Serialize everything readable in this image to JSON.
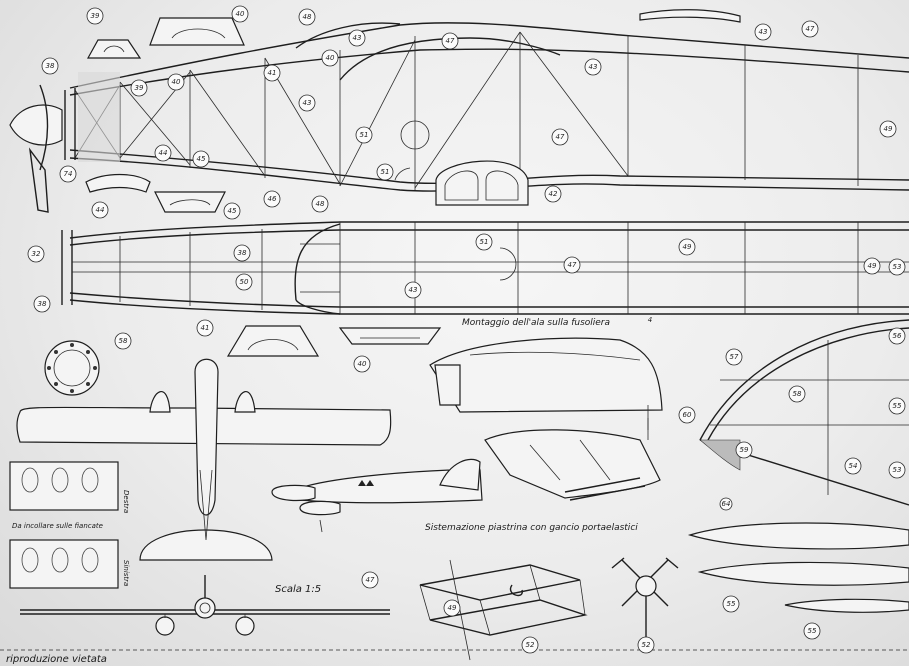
{
  "captions": {
    "wing_mounting": "Montaggio dell'ala sulla fusoliera",
    "plate_hook": "Sistemazione piastrina con gancio portaelastici",
    "scale": "Scala 1:5",
    "apply_sides": "Da incollare sulle fiancate",
    "right": "Destra",
    "left": "Sinistra",
    "reproduction": "riproduzione vietata"
  },
  "part_numbers": {
    "p59": "39",
    "p40a": "40",
    "p48a": "48",
    "p43a": "43",
    "p47a": "47",
    "p40b": "40",
    "p43b": "43",
    "p47b": "47",
    "p38a": "38",
    "p39b": "39",
    "p40c": "40",
    "p41a": "41",
    "p43c": "43",
    "p43d": "43",
    "p49a": "49",
    "p51a": "51",
    "p51b": "51",
    "p47c": "47",
    "p44a": "44",
    "p45a": "45",
    "p74": "74",
    "p44b": "44",
    "p45b": "45",
    "p46": "46",
    "p48b": "48",
    "p42": "42",
    "p32": "32",
    "p38b": "38",
    "p38c": "38",
    "p50": "50",
    "p51c": "51",
    "p47d": "47",
    "p49b": "49",
    "p49c": "49",
    "p53": "53",
    "p43e": "43",
    "p41b": "41",
    "p40d": "40",
    "p58": "58",
    "p57": "57",
    "p56": "56",
    "p58b": "58",
    "p55": "55",
    "p60": "60",
    "p59b": "59",
    "p54": "54",
    "p53b": "53",
    "p64": "64",
    "p47e": "47",
    "p49d": "49",
    "p52a": "52",
    "p52b": "52",
    "p55b": "55",
    "p55c": "55",
    "p4": "4"
  }
}
